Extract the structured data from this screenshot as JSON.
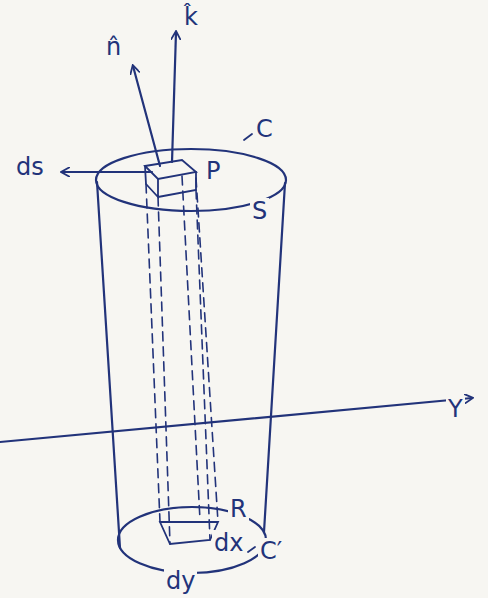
{
  "diagram": {
    "labels": [
      "n̂",
      "k̂",
      "C",
      "ds",
      "P",
      "S",
      "Y",
      "R",
      "dx",
      "dy",
      "C′"
    ]
  }
}
